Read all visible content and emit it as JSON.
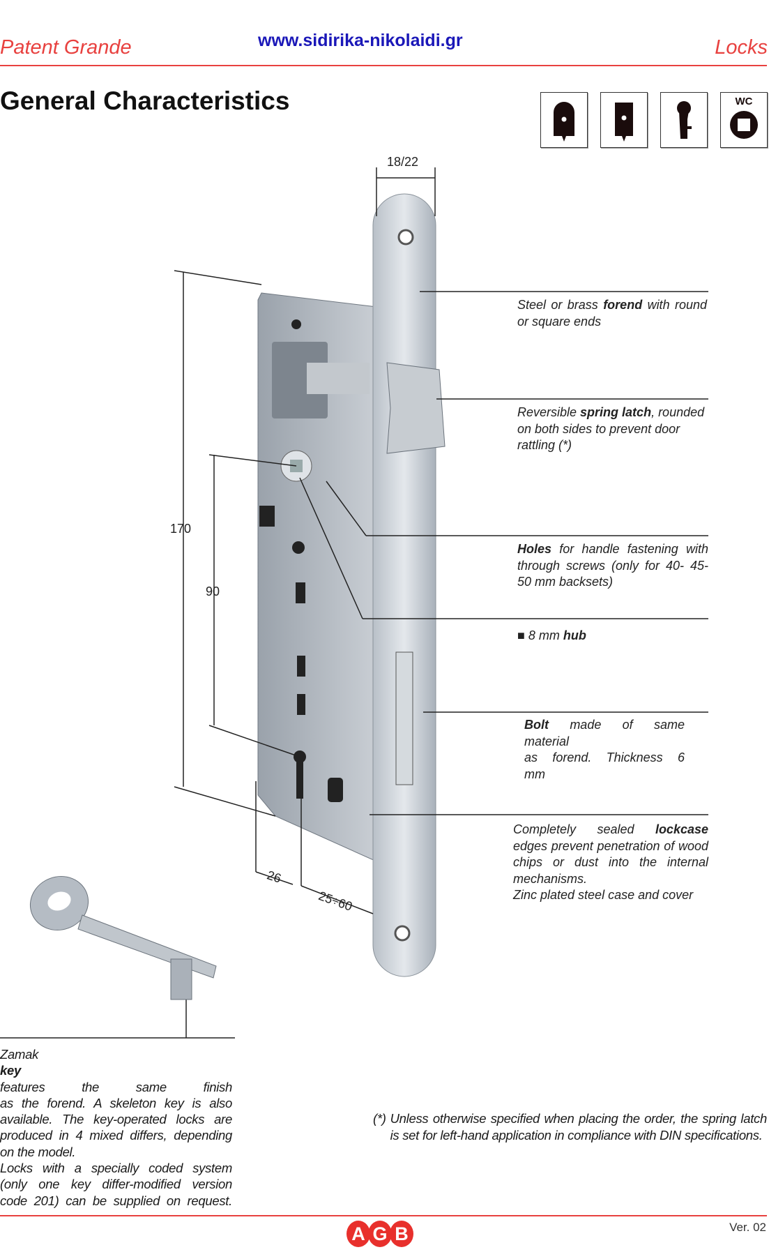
{
  "header": {
    "left": "Patent Grande",
    "url": "www.sidirika-nikolaidi.gr",
    "right": "Locks"
  },
  "title": "General Characteristics",
  "icons": [
    {
      "name": "key-lock-icon"
    },
    {
      "name": "patent-lock-icon"
    },
    {
      "name": "keyhole-icon"
    },
    {
      "name": "wc-icon",
      "label": "WC"
    }
  ],
  "dimensions": {
    "forend_width": "18/22",
    "height": "170",
    "handle_to_key": "90",
    "backset_small": "26",
    "backset_range": "25÷60"
  },
  "callouts": {
    "forend": {
      "pre": "Steel or brass ",
      "bold": "forend",
      "post": " with round or square ends"
    },
    "latch": {
      "pre": "Reversible ",
      "bold": "spring latch",
      "post": ", rounded on both sides to prevent door rattling (*)"
    },
    "holes": {
      "bold": "Holes",
      "post": " for handle fastening with through screws (only for 40- 45-50 mm backsets)"
    },
    "hub": {
      "pre": "8 mm ",
      "bold": "hub"
    },
    "bolt": {
      "bold": "Bolt",
      "l1": " made of same",
      "l2": "material",
      "l3": "as forend. Thickness 6",
      "l4": "mm"
    },
    "lockcase": {
      "pre": "Completely sealed ",
      "bold": "lockcase",
      "post": " edges prevent penetration of wood chips or dust into the internal mechanisms.",
      "l2": "Zinc plated steel case and cover"
    }
  },
  "key_text": {
    "l1a": "Zamak ",
    "l1b": "key",
    "l1c": " features the same finish",
    "l2": "as the forend. A skeleton key is also",
    "l3": "available. The key-operated locks are",
    "l4": "produced in 4 mixed differs, depending",
    "l5": "on the model.",
    "l6": "Locks with a specially coded system",
    "l7": "(only one key differ-modified version",
    "l8": "code 201) can be supplied on request."
  },
  "footnote": {
    "mark": "(*)",
    "text": "Unless otherwise specified when placing the order, the spring latch is set for left-hand application in compliance with DIN specifications."
  },
  "footer": {
    "logo": "AGB",
    "version": "Ver. 02"
  },
  "colors": {
    "brand_red": "#e8413f",
    "url_blue": "#1a17b8"
  }
}
